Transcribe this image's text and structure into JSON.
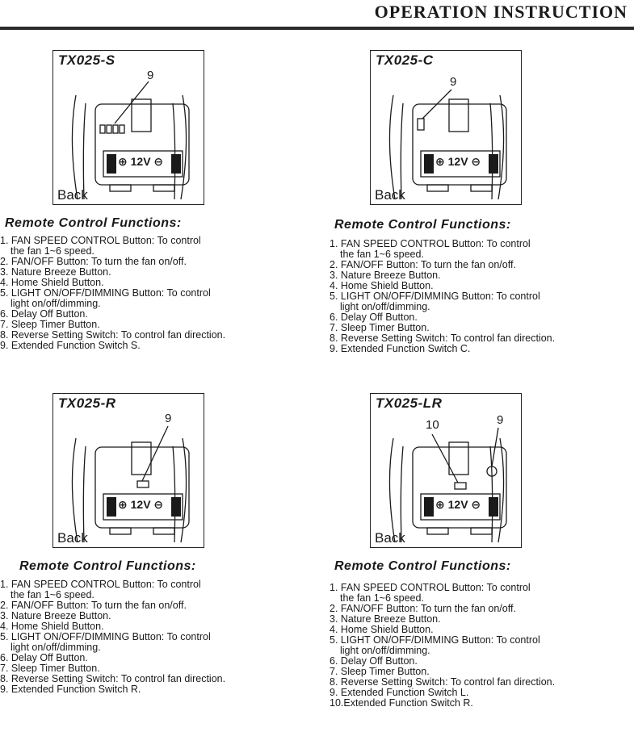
{
  "header": {
    "title": "OPERATION INSTRUCTION"
  },
  "remotes": [
    {
      "model": "TX025-S",
      "back_label": "Back",
      "battery_label": "⊕ 12V ⊖",
      "callouts": [
        "9"
      ],
      "heading": "Remote Control Functions:",
      "functions": [
        {
          "line": "1. FAN SPEED CONTROL Button: To control",
          "cont": "the fan 1~6 speed."
        },
        {
          "line": "2. FAN/OFF Button: To turn the fan on/off."
        },
        {
          "line": "3. Nature Breeze Button."
        },
        {
          "line": "4. Home Shield Button."
        },
        {
          "line": "5. LIGHT ON/OFF/DIMMING Button: To control",
          "cont": "light on/off/dimming."
        },
        {
          "line": "6. Delay Off Button."
        },
        {
          "line": "7. Sleep Timer Button."
        },
        {
          "line": "8. Reverse Setting Switch: To control fan direction."
        },
        {
          "line": "9. Extended Function Switch S."
        }
      ]
    },
    {
      "model": "TX025-C",
      "back_label": "Back",
      "battery_label": "⊕ 12V ⊖",
      "callouts": [
        "9"
      ],
      "heading": "Remote Control Functions:",
      "functions": [
        {
          "line": "1. FAN SPEED CONTROL Button: To control",
          "cont": "the fan 1~6 speed."
        },
        {
          "line": "2. FAN/OFF Button: To turn the fan on/off."
        },
        {
          "line": "3. Nature Breeze Button."
        },
        {
          "line": "4. Home Shield Button."
        },
        {
          "line": "5. LIGHT ON/OFF/DIMMING Button: To control",
          "cont": "light on/off/dimming."
        },
        {
          "line": "6. Delay Off Button."
        },
        {
          "line": "7. Sleep Timer Button."
        },
        {
          "line": "8. Reverse Setting Switch: To control fan direction."
        },
        {
          "line": "9. Extended Function Switch C."
        }
      ]
    },
    {
      "model": "TX025-R",
      "back_label": "Back",
      "battery_label": "⊕ 12V ⊖",
      "callouts": [
        "9"
      ],
      "heading": "Remote Control Functions:",
      "functions": [
        {
          "line": "1. FAN SPEED CONTROL Button: To control",
          "cont": "the fan 1~6 speed."
        },
        {
          "line": "2. FAN/OFF Button: To turn the fan on/off."
        },
        {
          "line": "3. Nature Breeze Button."
        },
        {
          "line": "4. Home Shield Button."
        },
        {
          "line": "5. LIGHT ON/OFF/DIMMING Button: To control",
          "cont": "light on/off/dimming."
        },
        {
          "line": "6. Delay Off Button."
        },
        {
          "line": "7. Sleep Timer Button."
        },
        {
          "line": "8. Reverse Setting Switch: To control fan direction."
        },
        {
          "line": "9. Extended Function Switch R."
        }
      ]
    },
    {
      "model": "TX025-LR",
      "back_label": "Back",
      "battery_label": "⊕ 12V ⊖",
      "callouts": [
        "10",
        "9"
      ],
      "heading": "Remote Control Functions:",
      "functions": [
        {
          "line": "1. FAN SPEED CONTROL Button: To control",
          "cont": "the fan 1~6 speed."
        },
        {
          "line": "2. FAN/OFF Button: To turn the fan on/off."
        },
        {
          "line": "3. Nature Breeze Button."
        },
        {
          "line": "4. Home Shield Button."
        },
        {
          "line": "5. LIGHT ON/OFF/DIMMING Button: To control",
          "cont": "light on/off/dimming."
        },
        {
          "line": "6. Delay Off Button."
        },
        {
          "line": "7. Sleep Timer Button."
        },
        {
          "line": "8. Reverse Setting Switch: To control fan direction."
        },
        {
          "line": "9. Extended Function Switch L."
        },
        {
          "line": "10.Extended Function Switch R."
        }
      ]
    }
  ]
}
